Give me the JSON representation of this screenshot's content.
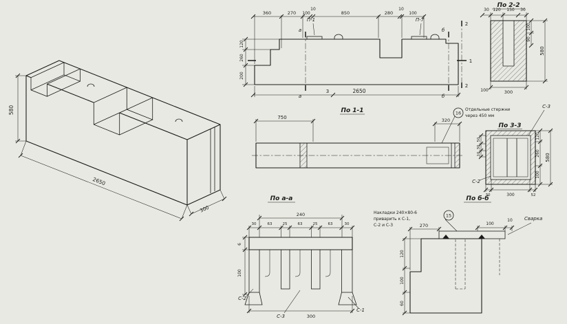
{
  "iso": {
    "dim_length": "2650",
    "dim_width": "300",
    "dim_height": "580"
  },
  "elevation": {
    "dims_top": [
      "360",
      "270",
      "100",
      "10",
      "850",
      "280",
      "10",
      "100"
    ],
    "dims_left": [
      "120",
      "260",
      "200"
    ],
    "dim_bottom": "2650",
    "plate1": "П-1",
    "plate7": "П-7",
    "cut_a_top": "а",
    "cut_a_bot": "а",
    "cut_b_top": "б",
    "cut_b_bot": "б",
    "cut_1": "1",
    "cut_2_top": "2",
    "cut_2_bot": "2",
    "cut_3": "3"
  },
  "section22": {
    "title": "По 2-2",
    "dims_top": [
      "30",
      "120",
      "150",
      "30"
    ],
    "dim_100r": "100",
    "dim_90": "90",
    "dim_height": "580",
    "dim_100b": "100",
    "dim_300": "300"
  },
  "section11": {
    "title": "По 1-1",
    "dim_750": "750",
    "dim_320": "320"
  },
  "section33": {
    "title": "По 3-3",
    "callout_num": "16",
    "note_line1": "Отдельные стержни",
    "note_line2": "через 450 мм",
    "label_c3": "С-3",
    "label_c2": "С-2",
    "dims_left": [
      "50",
      "30",
      "10"
    ],
    "dims_right": [
      "120",
      "260",
      "100"
    ],
    "dim_height": "580",
    "dims_bottom": [
      "30",
      "300",
      "52"
    ]
  },
  "sectionAA": {
    "title": "По а-а",
    "dim_240": "240",
    "dims_chain": [
      "30",
      "63",
      "25",
      "63",
      "25",
      "63",
      "30"
    ],
    "dim_6": "6",
    "dim_100": "100",
    "dim_300": "300",
    "label_c2": "С-2",
    "label_c3": "С-3",
    "label_c1": "С-1"
  },
  "sectionBB": {
    "title": "По б-б",
    "note_line1": "Накладки 240×80-6",
    "note_line2": "приварить к С-1,",
    "note_line3": "С-2 и С-3",
    "callout_num": "15",
    "dim_270": "270",
    "dim_100": "100",
    "dim_10": "10",
    "label_weld": "Сварка",
    "dims_left": [
      "120",
      "100",
      "60"
    ]
  }
}
